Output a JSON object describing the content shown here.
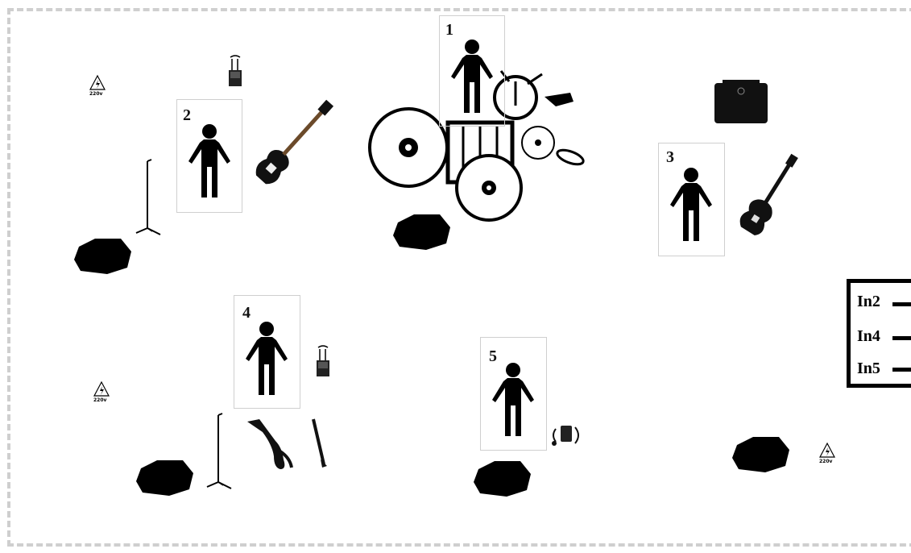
{
  "performers": [
    {
      "number": "1"
    },
    {
      "number": "2"
    },
    {
      "number": "3"
    },
    {
      "number": "4"
    },
    {
      "number": "5"
    }
  ],
  "inputs": [
    "In2",
    "In4",
    "In5"
  ],
  "power_outlet": {
    "label": "220v",
    "icon": "high-voltage-icon"
  },
  "colors": {
    "ink": "#000000",
    "border": "#cfcfcf",
    "background": "#ffffff"
  }
}
